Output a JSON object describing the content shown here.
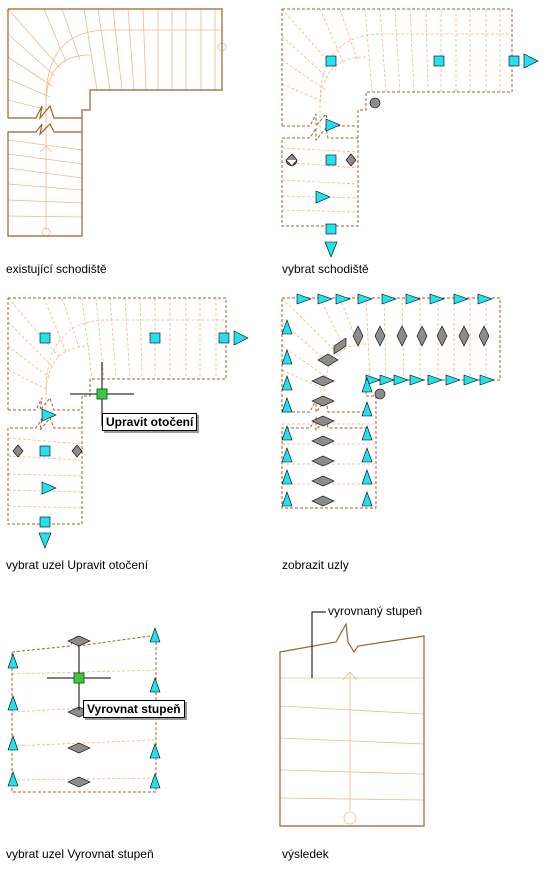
{
  "colors": {
    "outline": "#a0622a",
    "tread": "#f0b987",
    "cyan": "#22e0f0",
    "gray": "#8c8c8c",
    "green": "#3ec63e",
    "black": "#000000"
  },
  "icons": [
    "arrow-grip-icon",
    "square-grip-icon",
    "diamond-grip-icon",
    "circle-grip-icon",
    "crosshair-cursor-icon"
  ],
  "panels": [
    {
      "caption": "existující schodiště"
    },
    {
      "caption": "vybrat schodiště"
    },
    {
      "caption": "vybrat uzel Upravit otočení",
      "tooltip": "Upravit otočení"
    },
    {
      "caption": "zobrazit uzly"
    },
    {
      "caption": "vybrat uzel Vyrovnat stupeň",
      "tooltip": "Vyrovnat stupeň"
    },
    {
      "caption": "výsledek",
      "callout": "vyrovnaný stupeň"
    }
  ]
}
